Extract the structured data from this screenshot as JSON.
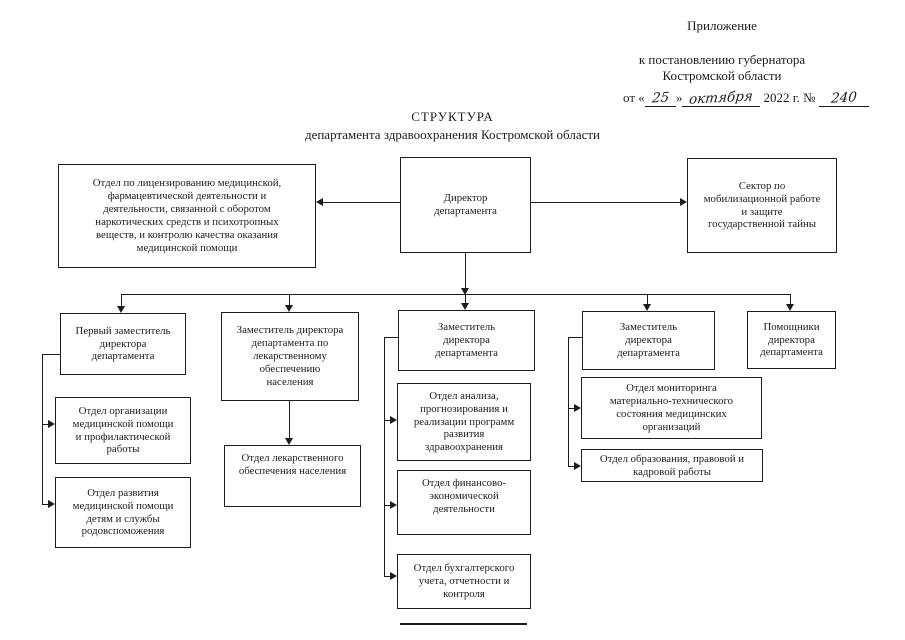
{
  "page": {
    "background": "#ffffff",
    "ink": "#1c1c1c"
  },
  "header": {
    "appendix": "Приложение",
    "decree_line1": "к постановлению губернатора",
    "decree_line2": "Костромской области",
    "date_prefix": "от «",
    "date_day": "25",
    "date_close_quote": "»",
    "date_month": "октября",
    "date_year": "2022 г. №",
    "doc_number": "240"
  },
  "title": {
    "line1": "СТРУКТУРА",
    "line2": "департамента здравоохранения Костромской области"
  },
  "boxes": {
    "licensing": "Отдел по лицензированию медицинской,\nфармацевтической деятельности и\nдеятельности, связанной с оборотом\nнаркотических средств и психотропных\nвеществ, и контролю качества оказания\nмедицинской помощи",
    "director": "Директор\nдепартамента",
    "sector": "Сектор по\nмобилизационной работе\nи защите\nгосударственной тайны",
    "first_deputy": "Первый заместитель\nдиректора\nдепартамента",
    "deputy_pharma": "Заместитель директора\nдепартамента по\nлекарственному\nобеспечению\nнаселения",
    "deputy_med": "Заместитель\nдиректора\nдепартамента",
    "deputy_admin": "Заместитель\nдиректора\nдепартамента",
    "assistants": "Помощники\nдиректора\nдепартамента",
    "org_med_aid": "Отдел организации\nмедицинской помощи\nи профилактической\nработы",
    "child_med_aid": "Отдел развития\nмедицинской помощи\nдетям и службы\nродовспоможения",
    "drug_provision": "Отдел лекарственного\nобеспечения населения",
    "analysis": "Отдел анализа,\nпрогнозирования и\nреализации программ\nразвития\nздравоохранения",
    "finance": "Отдел финансово-\nэкономической\nдеятельности",
    "accounting": "Отдел бухгалтерского\nучета, отчетности и\nконтроля",
    "monitoring": "Отдел мониторинга\nматериально-технического\nсостояния медицинских\nорганизаций",
    "education": "Отдел образования, правовой и\nкадровой работы"
  }
}
